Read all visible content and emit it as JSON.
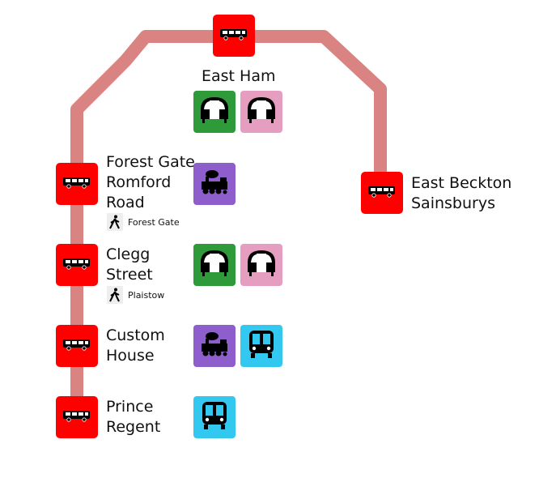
{
  "colors": {
    "route_line": "#d98482",
    "bus_stop": "#ff0000",
    "district": "#2e9a3a",
    "hammersmith_city": "#e59ec0",
    "overground": "#8e5fcc",
    "dlr": "#33c8f0"
  },
  "stops": [
    {
      "id": "east-ham",
      "name_lines": [
        "East Ham"
      ],
      "connections": [
        "district",
        "hammersmith_city"
      ]
    },
    {
      "id": "forest-gate-romford-road",
      "name_lines": [
        "Forest Gate",
        "Romford",
        "Road"
      ],
      "walk": "Forest Gate",
      "connections": [
        "overground"
      ]
    },
    {
      "id": "clegg-street",
      "name_lines": [
        "Clegg",
        "Street"
      ],
      "walk": "Plaistow",
      "connections": [
        "district",
        "hammersmith_city"
      ]
    },
    {
      "id": "custom-house",
      "name_lines": [
        "Custom",
        "House"
      ],
      "connections": [
        "overground",
        "dlr"
      ]
    },
    {
      "id": "prince-regent",
      "name_lines": [
        "Prince",
        "Regent"
      ],
      "connections": [
        "dlr"
      ]
    },
    {
      "id": "east-beckton-sainsburys",
      "name_lines": [
        "East Beckton",
        "Sainsburys"
      ],
      "connections": []
    }
  ],
  "icons": {
    "stop": "bus-icon",
    "walk": "pedestrian-icon",
    "district": "underground-train-icon",
    "hammersmith_city": "underground-train-icon",
    "overground": "steam-train-icon",
    "dlr": "dlr-train-icon"
  }
}
